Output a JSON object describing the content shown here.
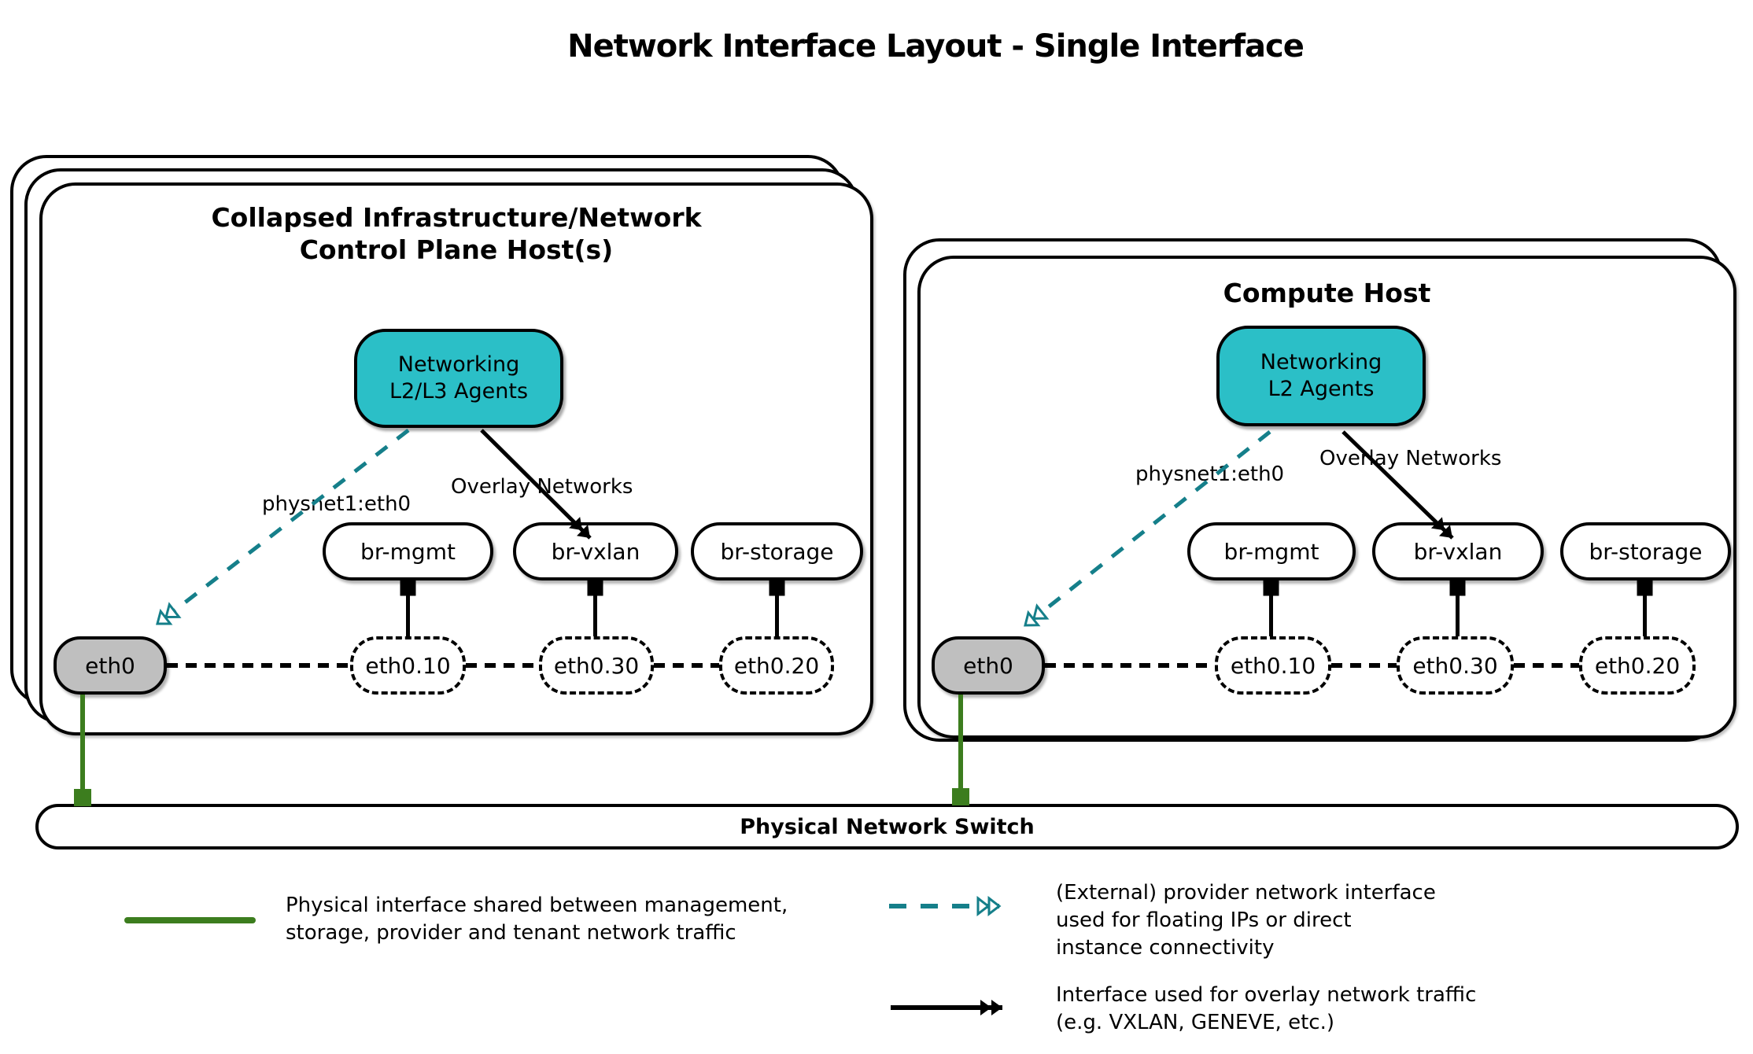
{
  "title": "Network Interface Layout - Single Interface",
  "colors": {
    "teal_fill": "#2bbfc7",
    "teal_arrow": "#157f8a",
    "green": "#3c7d1e",
    "gray_fill": "#bfbfbf"
  },
  "control_host": {
    "title_line1": "Collapsed Infrastructure/Network",
    "title_line2": "Control Plane Host(s)",
    "agent_line1": "Networking",
    "agent_line2": "L2/L3 Agents",
    "provider_arrow_label": "physnet1:eth0",
    "overlay_arrow_label": "Overlay Networks",
    "bridges": [
      "br-mgmt",
      "br-vxlan",
      "br-storage"
    ],
    "physical_interface": "eth0",
    "vlan_interfaces": [
      "eth0.10",
      "eth0.30",
      "eth0.20"
    ]
  },
  "compute_host": {
    "title": "Compute Host",
    "agent_line1": "Networking",
    "agent_line2": "L2 Agents",
    "provider_arrow_label": "physnet1:eth0",
    "overlay_arrow_label": "Overlay Networks",
    "bridges": [
      "br-mgmt",
      "br-vxlan",
      "br-storage"
    ],
    "physical_interface": "eth0",
    "vlan_interfaces": [
      "eth0.10",
      "eth0.30",
      "eth0.20"
    ]
  },
  "switch": {
    "label": "Physical Network Switch"
  },
  "legend": {
    "physical": {
      "line1": "Physical interface shared between management,",
      "line2": "storage, provider and tenant network traffic"
    },
    "provider": {
      "line1": "(External) provider network interface",
      "line2": "used for floating IPs or direct",
      "line3": "instance connectivity"
    },
    "overlay": {
      "line1": "Interface used for overlay network traffic",
      "line2": "(e.g. VXLAN, GENEVE, etc.)"
    }
  }
}
